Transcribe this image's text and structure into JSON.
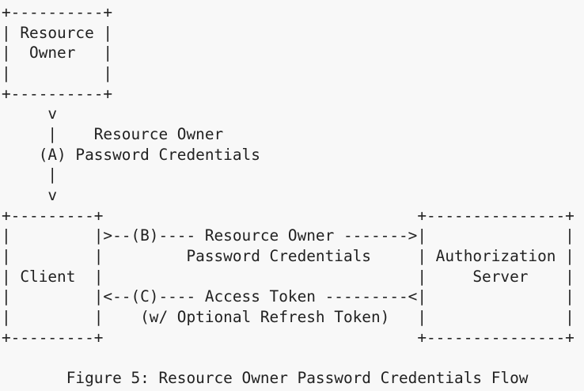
{
  "colors": {
    "background": "#f8f8f8",
    "text": "#212121"
  },
  "diagram": {
    "lines": [
      "+----------+",
      "| Resource |",
      "|  Owner   |",
      "|          |",
      "+----------+",
      "     v",
      "     |    Resource Owner",
      "    (A) Password Credentials",
      "     |",
      "     v",
      "+---------+                                  +---------------+",
      "|         |>--(B)---- Resource Owner ------->|               |",
      "|         |         Password Credentials     | Authorization |",
      "| Client  |                                  |     Server    |",
      "|         |<--(C)---- Access Token ---------<|               |",
      "|         |    (w/ Optional Refresh Token)   |               |",
      "+---------+                                  +---------------+"
    ],
    "entities": {
      "resource_owner_box": "Resource Owner",
      "client_box": "Client",
      "authorization_server_box": "Authorization Server"
    },
    "steps": {
      "a": "(A) Resource Owner Password Credentials",
      "b": "(B) Resource Owner Password Credentials",
      "c": "(C) Access Token (w/ Optional Refresh Token)"
    },
    "caption": "Figure 5: Resource Owner Password Credentials Flow"
  }
}
